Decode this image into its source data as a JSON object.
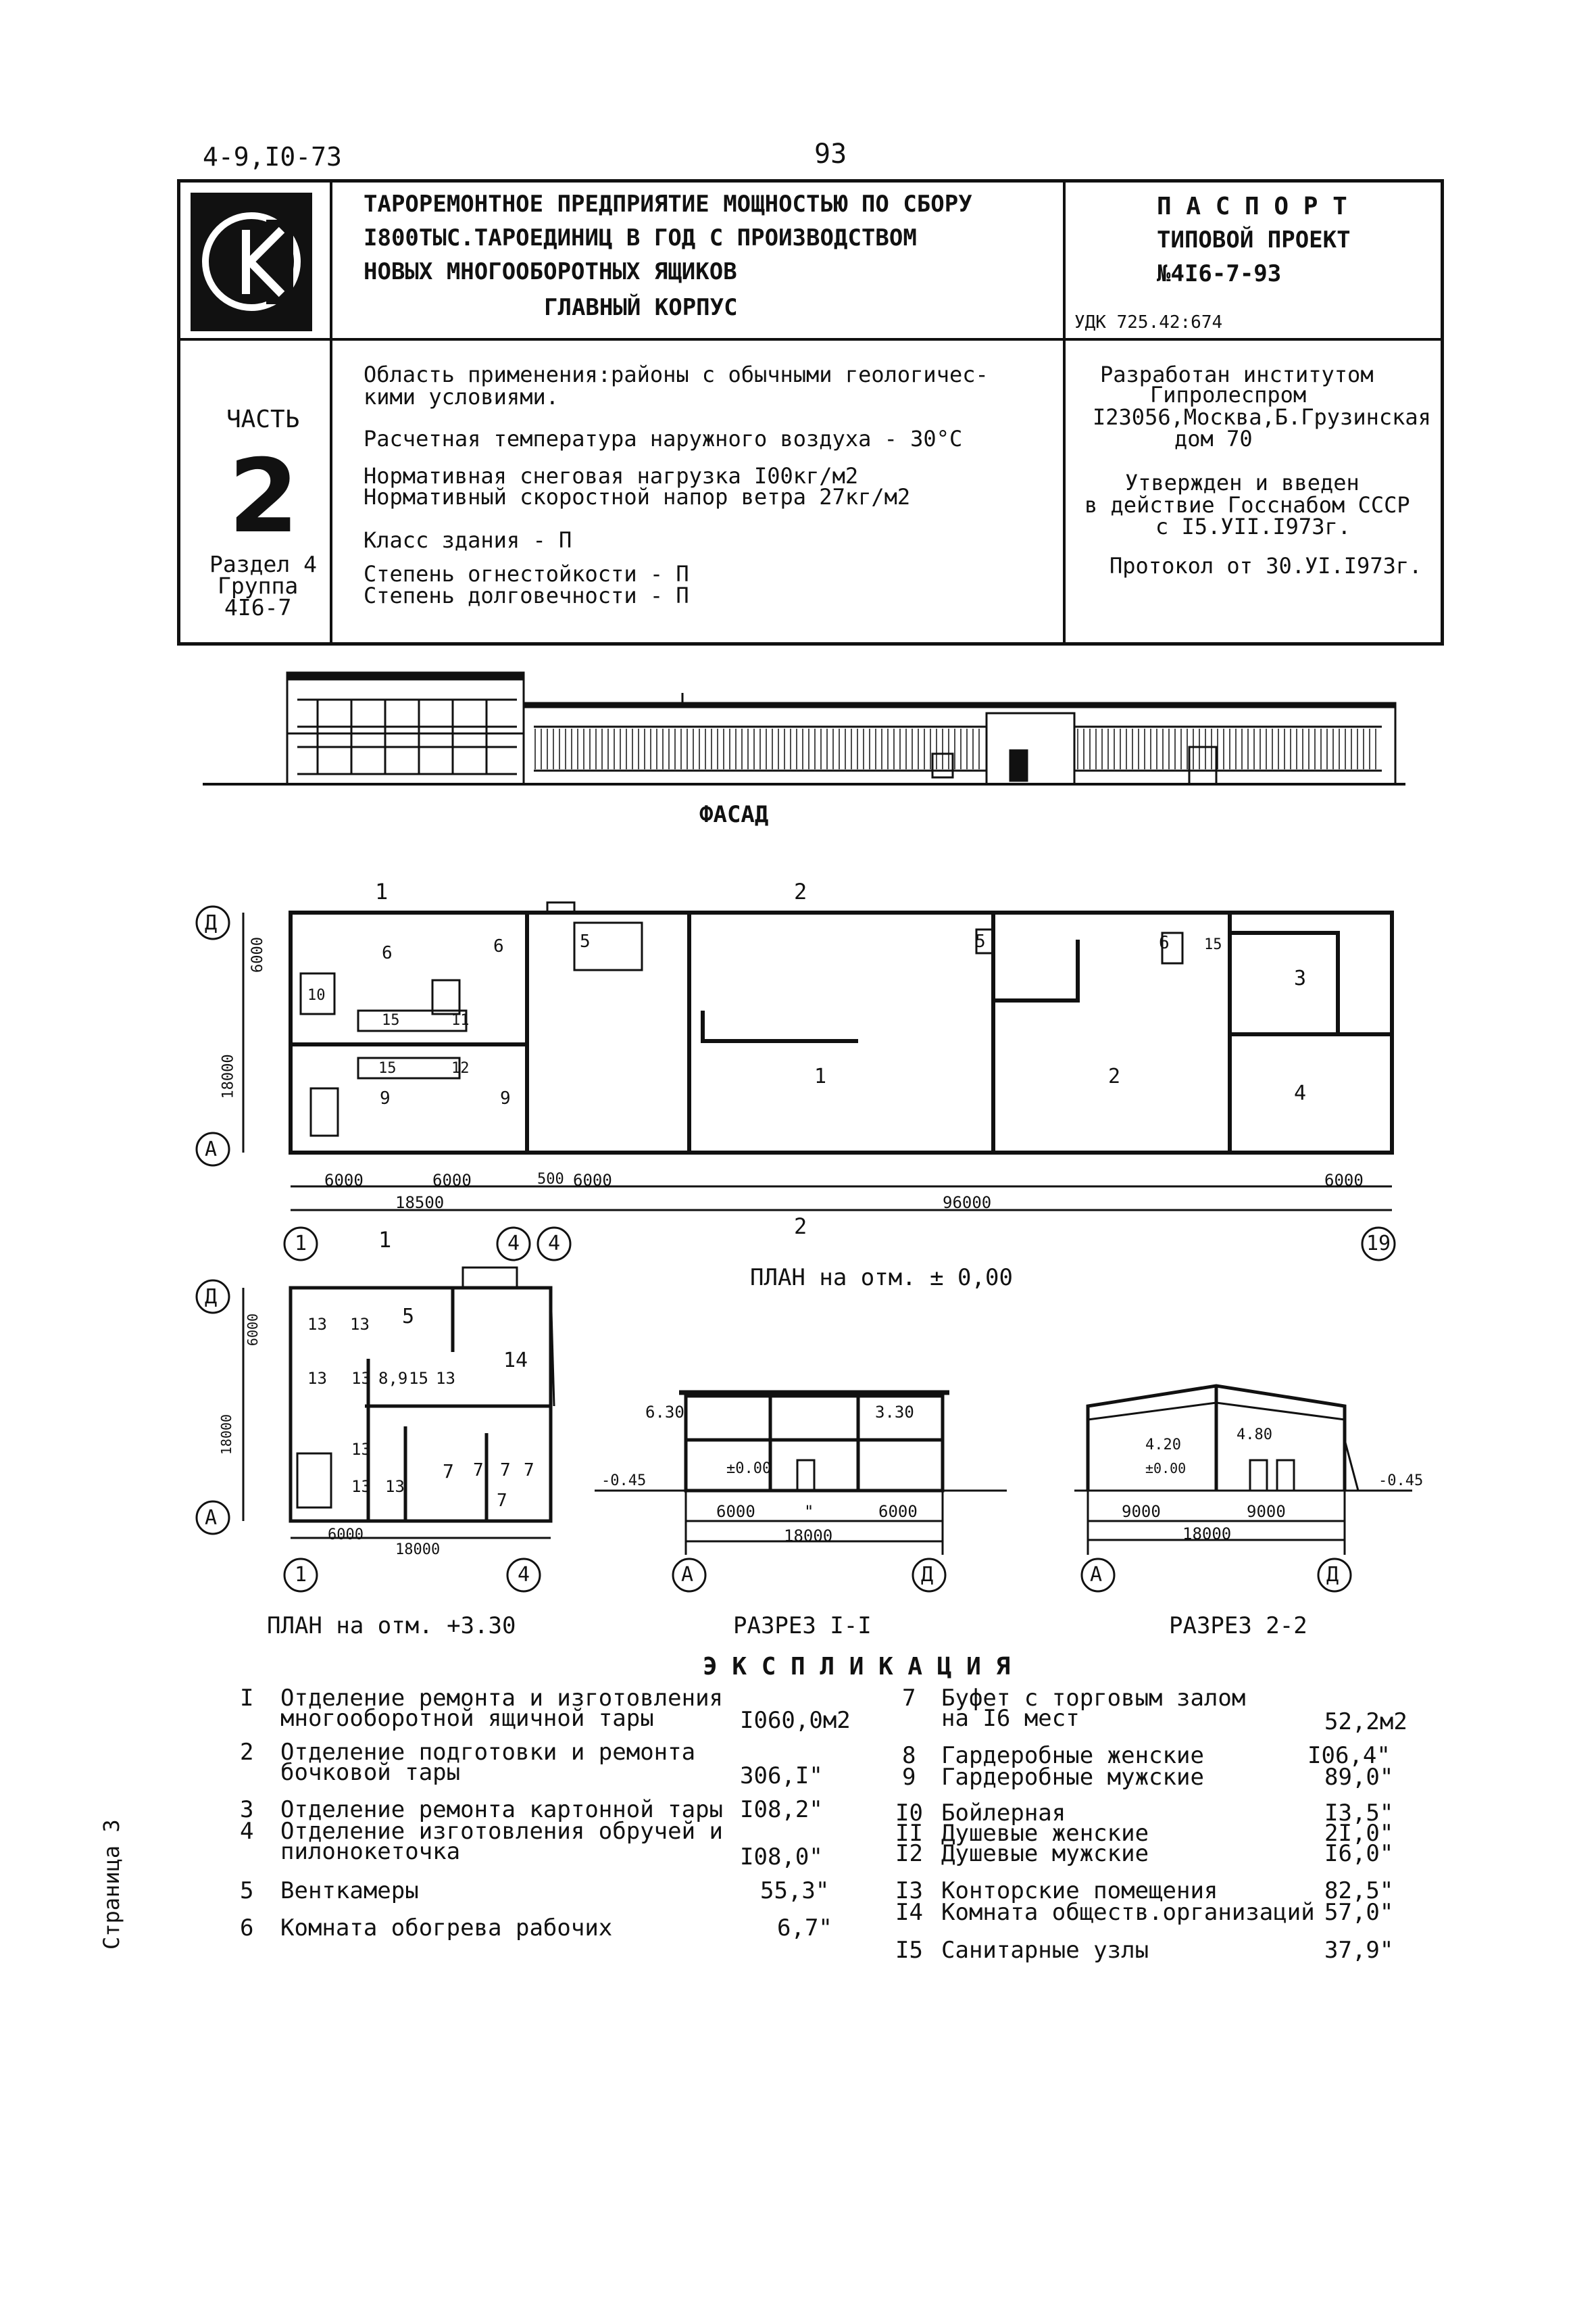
{
  "header": {
    "doc_code": "4-9,I0-73",
    "page_number": "93",
    "project_title": [
      "ТАРОРЕМОНТНОЕ ПРЕДПРИЯТИЕ МОЩНОСТЬЮ ПО СБОРУ",
      "I800ТЫС.ТАРОЕДИНИЦ В ГОД С ПРОИЗВОДСТВОМ",
      "НОВЫХ МНОГООБОРОТНЫХ ЯЩИКОВ"
    ],
    "building_title": "ГЛАВНЫЙ КОРПУС",
    "passport": [
      "П А С П О Р Т",
      "ТИПОВОЙ ПРОЕКТ",
      "№4I6-7-93"
    ],
    "udk": "УДК 725.42:674",
    "part_label": "ЧАСТЬ",
    "part_number": "2",
    "section": [
      "Раздел 4",
      "Группа",
      "4I6-7"
    ],
    "conditions": [
      "Область применения:районы с обычными геологичес-",
      "кими условиями.",
      "Расчетная температура наружного воздуха - 30°С",
      "Нормативная снеговая нагрузка I00кг/м2",
      "Нормативный скоростной напор ветра 27кг/м2",
      "Класс здания      - П",
      "Степень огнестойкости - П",
      "Степень долговечности - П"
    ],
    "developer": [
      "Разработан институтом",
      "Гипролеспром",
      "I23056,Москва,Б.Грузинская",
      "дом 70"
    ],
    "approval": [
      "Утвержден и введен",
      "в действие Госснабом СССР",
      "с I5.УII.I973г."
    ],
    "protocol": "Протокол от 30.УI.I973г."
  },
  "drawings": {
    "facade_label": "ФАСАД",
    "plan_ground_label": "ПЛАН на отм. ± 0,00",
    "plan_upper_label": "ПЛАН на отм. +3.30",
    "section1_label": "РАЗРЕЗ I-I",
    "section2_label": "РАЗРЕЗ 2-2",
    "axis_a": "А",
    "axis_d": "Д",
    "axis_1": "1",
    "axis_4": "4",
    "axis_19": "19",
    "cut_1": "1",
    "cut_2": "2",
    "dim_6000": "6000",
    "dim_18000": "18000",
    "dim_18500": "18500",
    "dim_96000": "96000",
    "dim_500": "500",
    "dim_9000": "9000",
    "dim_quote": "\"",
    "lvl_630": "6.30",
    "lvl_330": "3.30",
    "lvl_000": "±0.00",
    "lvl_045": "-0.45",
    "lvl_420": "4.20",
    "lvl_480": "4.80",
    "room_labels": {
      "r1": "1",
      "r2": "2",
      "r3": "3",
      "r4": "4",
      "r5": "5",
      "r6": "6",
      "r7": "7",
      "r8": "8",
      "r9": "9",
      "r10": "10",
      "r11": "11",
      "r12": "12",
      "r13": "13",
      "r14": "14",
      "r15": "15",
      "r89": "8,9"
    }
  },
  "explication": {
    "title": "Э К С П Л И К А Ц И Я",
    "left": [
      {
        "num": "I",
        "lines": [
          "Отделение ремонта и изготовления",
          "многооборотной ящичной тары"
        ],
        "area": "I060,0м2"
      },
      {
        "num": "2",
        "lines": [
          "Отделение подготовки и ремонта",
          "бочковой тары"
        ],
        "area": "306,I\""
      },
      {
        "num": "3",
        "lines": [
          "Отделение ремонта картонной тары"
        ],
        "area": "I08,2\""
      },
      {
        "num": "4",
        "lines": [
          "Отделение изготовления обручей и",
          "пилонокеточка"
        ],
        "area": "I08,0\""
      },
      {
        "num": "5",
        "lines": [
          "Венткамеры"
        ],
        "area": "55,3\""
      },
      {
        "num": "6",
        "lines": [
          "Комната обогрева рабочих"
        ],
        "area": "6,7\""
      }
    ],
    "right": [
      {
        "num": "7",
        "lines": [
          "Буфет с торговым залом",
          "на I6 мест"
        ],
        "area": "52,2м2"
      },
      {
        "num": "8",
        "lines": [
          "Гардеробные женские"
        ],
        "area": "I06,4\""
      },
      {
        "num": "9",
        "lines": [
          "Гардеробные мужские"
        ],
        "area": "89,0\""
      },
      {
        "num": "I0",
        "lines": [
          "Бойлерная"
        ],
        "area": "I3,5\""
      },
      {
        "num": "II",
        "lines": [
          "Душевые женские"
        ],
        "area": "2I,0\""
      },
      {
        "num": "I2",
        "lines": [
          "Душевые мужские"
        ],
        "area": "I6,0\""
      },
      {
        "num": "I3",
        "lines": [
          "Конторские помещения"
        ],
        "area": "82,5\""
      },
      {
        "num": "I4",
        "lines": [
          "Комната обществ.организаций"
        ],
        "area": "57,0\""
      },
      {
        "num": "I5",
        "lines": [
          "Санитарные узлы"
        ],
        "area": "37,9\""
      }
    ]
  },
  "footer": {
    "page_side_label": "Страница 3"
  }
}
